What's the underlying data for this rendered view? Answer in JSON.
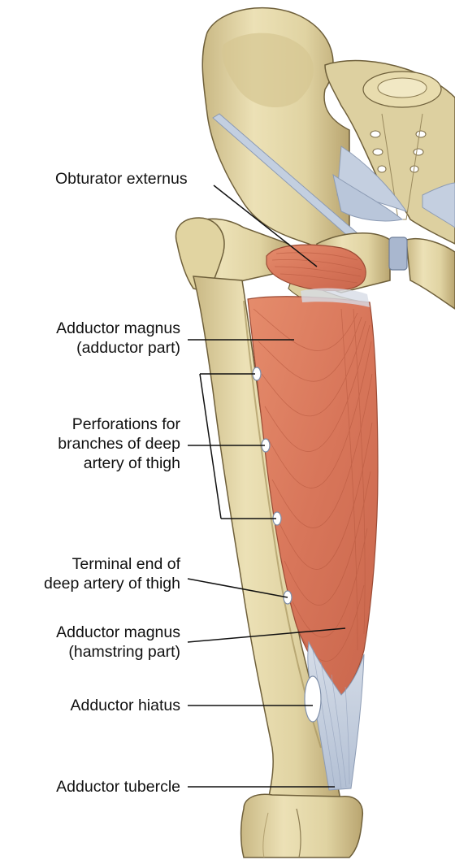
{
  "labels": {
    "obturator_externus": "Obturator externus",
    "adductor_magnus_adductor": [
      "Adductor magnus",
      "(adductor part)"
    ],
    "perforations": [
      "Perforations for",
      "branches of deep",
      "artery of thigh"
    ],
    "terminal_end": [
      "Terminal end of",
      "deep artery of thigh"
    ],
    "adductor_magnus_hamstring": [
      "Adductor magnus",
      "(hamstring part)"
    ],
    "adductor_hiatus": "Adductor hiatus",
    "adductor_tubercle": "Adductor tubercle"
  },
  "colors": {
    "bone": "#e3d6a6",
    "bone_shade": "#c2b07c",
    "bone_outline": "#6e5f3a",
    "muscle": "#d9785a",
    "muscle_fiber": "#b95a40",
    "tendon": "#c8d3e2",
    "ligament": "#aab8d0",
    "leader_line": "#111111"
  }
}
